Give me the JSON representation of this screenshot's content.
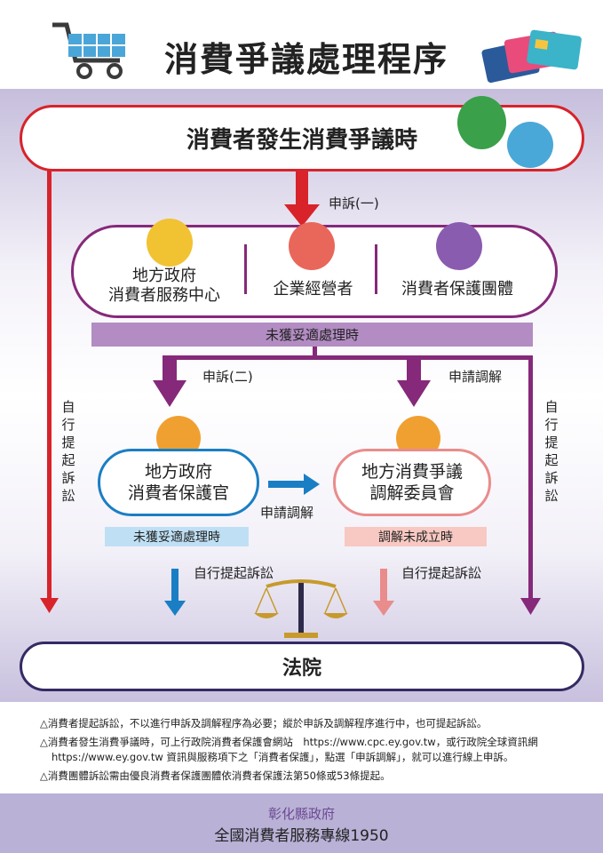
{
  "header": {
    "title": "消費爭議處理程序",
    "icons": [
      "shopping-cart-icon",
      "credit-cards-icon"
    ]
  },
  "flow": {
    "start": "消費者發生消費爭議時",
    "complaint1": "申訴(一)",
    "orgs": [
      {
        "lines": [
          "地方政府",
          "消費者服務中心"
        ]
      },
      {
        "lines": [
          "企業經營者"
        ]
      },
      {
        "lines": [
          "消費者保護團體"
        ]
      }
    ],
    "unresolved": "未獲妥適處理時",
    "complaint2": "申訴(二)",
    "apply_mediation": "申請調解",
    "self_lawsuit_vertical": "自行提起訴訟",
    "officer": [
      "地方政府",
      "消費者保護官"
    ],
    "committee": [
      "地方消費爭議",
      "調解委員會"
    ],
    "officer_note": "未獲妥適處理時",
    "committee_note": "調解未成立時",
    "self_lawsuit": "自行提起訴訟",
    "court": "法院"
  },
  "notes": [
    "△消費者提起訴訟，不以進行申訴及調解程序為必要；縱於申訴及調解程序進行中，也可提起訴訟。",
    "△消費者發生消費爭議時，可上行政院消費者保護會網站　https://www.cpc.ey.gov.tw，或行政院全球資訊網",
    "https://www.ey.gov.tw 資訊與服務項下之「消費者保護」，點選「申訴調解」，就可以進行線上申訴。",
    "△消費團體訴訟需由優良消費者保護團體依消費者保護法第50條或53條提起。"
  ],
  "footer": {
    "gov": "彰化縣政府",
    "hotline": "全國消費者服務專線1950"
  },
  "colors": {
    "red": "#d8232a",
    "purple": "#86297a",
    "blue": "#1a7ec4",
    "pink": "#e98c8c",
    "court": "#352a63",
    "footer": "#b9b1d6"
  }
}
